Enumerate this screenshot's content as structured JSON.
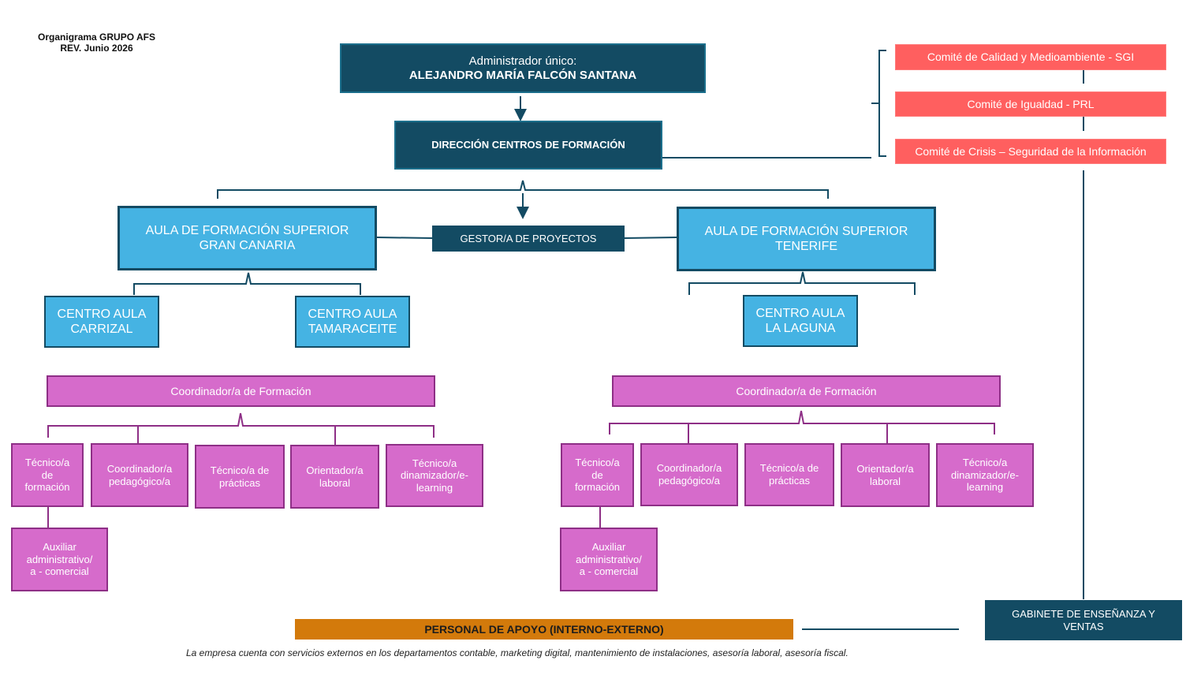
{
  "header": {
    "title_line1": "Organigrama GRUPO AFS",
    "title_line2": "REV. Junio 2026"
  },
  "admin": {
    "label": "Administrador único:",
    "name": "ALEJANDRO MARÍA FALCÓN SANTANA"
  },
  "direccion": "DIRECCIÓN CENTROS DE FORMACIÓN",
  "gestor": "GESTOR/A DE PROYECTOS",
  "committees": [
    "Comité de Calidad y Medioambiente - SGI",
    "Comité de Igualdad - PRL",
    "Comité de Crisis – Seguridad de la Información"
  ],
  "aula_gc": {
    "line1": "AULA DE FORMACIÓN SUPERIOR",
    "line2": "GRAN CANARIA"
  },
  "aula_tf": {
    "line1": "AULA DE FORMACIÓN SUPERIOR",
    "line2": "TENERIFE"
  },
  "centros": {
    "carrizal": {
      "line1": "CENTRO AULA",
      "line2": "CARRIZAL"
    },
    "tamaraceite": {
      "line1": "CENTRO AULA",
      "line2": "TAMARACEITE"
    },
    "laguna": {
      "line1": "CENTRO AULA",
      "line2": "LA LAGUNA"
    }
  },
  "left_team": {
    "coordinador": "Coordinador/a de Formación",
    "roles": [
      {
        "lines": [
          "Técnico/a",
          "de",
          "formación"
        ]
      },
      {
        "lines": [
          "Coordinador/a",
          "pedagógico/a"
        ]
      },
      {
        "lines": [
          "Técnico/a de",
          "prácticas"
        ]
      },
      {
        "lines": [
          "Orientador/a",
          "laboral"
        ]
      },
      {
        "lines": [
          "Técnico/a",
          "dinamizador/e-",
          "learning"
        ]
      }
    ],
    "auxiliar": {
      "lines": [
        "Auxiliar",
        "administrativo/",
        "a - comercial"
      ]
    }
  },
  "right_team": {
    "coordinador": "Coordinador/a de Formación",
    "roles": [
      {
        "lines": [
          "Técnico/a",
          "de",
          "formación"
        ]
      },
      {
        "lines": [
          "Coordinador/a",
          "pedagógico/a"
        ]
      },
      {
        "lines": [
          "Técnico/a de",
          "prácticas"
        ]
      },
      {
        "lines": [
          "Orientador/a",
          "laboral"
        ]
      },
      {
        "lines": [
          "Técnico/a",
          "dinamizador/e-",
          "learning"
        ]
      }
    ],
    "auxiliar": {
      "lines": [
        "Auxiliar",
        "administrativo/",
        "a - comercial"
      ]
    }
  },
  "gabinete": {
    "line1": "GABINETE DE ENSEÑANZA Y",
    "line2": "VENTAS"
  },
  "personal_apoyo": "PERSONAL DE APOYO (INTERNO-EXTERNO)",
  "footer_note": "La empresa cuenta con servicios externos en los departamentos contable, marketing digital, mantenimiento de instalaciones, asesoría laboral, asesoría fiscal.",
  "colors": {
    "dark": "#134B63",
    "blue": "#45B3E3",
    "pink": "#D66BCB",
    "red": "#FF5F5F",
    "orange": "#D37A0B"
  }
}
